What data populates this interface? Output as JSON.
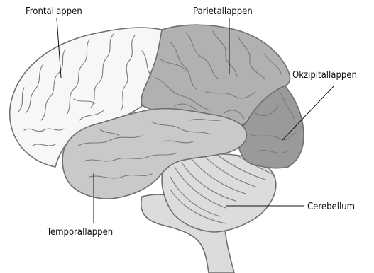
{
  "labels": {
    "frontal": "Frontallappen",
    "parietal": "Parietallappen",
    "occipital": "Okzipitallappen",
    "cerebellum": "Cerebellum",
    "temporal": "Temporallappen"
  },
  "colors": {
    "frontal": "#f7f7f7",
    "parietal": "#b1b1b1",
    "occipital": "#9a9a9a",
    "temporal": "#c9c9c9",
    "cerebellum": "#dcdcdc",
    "brainstem": "#dcdcdc",
    "outline": "#6f6f6f"
  }
}
